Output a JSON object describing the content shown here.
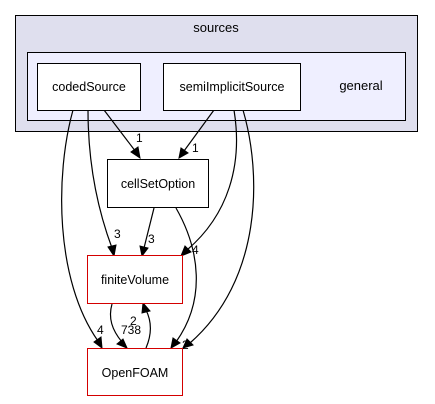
{
  "colors": {
    "outer_cluster_fill": "#dfdfee",
    "inner_cluster_fill": "#efefff",
    "node_border_black": "#000000",
    "node_border_red": "#d40000",
    "edge": "#000000"
  },
  "clusters": {
    "outer": {
      "label": "sources"
    },
    "inner": {
      "label": "general"
    }
  },
  "nodes": {
    "codedSource": {
      "label": "codedSource"
    },
    "semiImplicitSource": {
      "label": "semiImplicitSource"
    },
    "cellSetOption": {
      "label": "cellSetOption"
    },
    "finiteVolume": {
      "label": "finiteVolume"
    },
    "OpenFOAM": {
      "label": "OpenFOAM"
    }
  },
  "edges": [
    {
      "from": "codedSource",
      "to": "cellSetOption",
      "label": "1"
    },
    {
      "from": "codedSource",
      "to": "finiteVolume",
      "label": "3"
    },
    {
      "from": "codedSource",
      "to": "OpenFOAM",
      "label": "4"
    },
    {
      "from": "semiImplicitSource",
      "to": "cellSetOption",
      "label": "1"
    },
    {
      "from": "semiImplicitSource",
      "to": "finiteVolume",
      "label": "4"
    },
    {
      "from": "semiImplicitSource",
      "to": "OpenFOAM",
      "label": "2"
    },
    {
      "from": "cellSetOption",
      "to": "finiteVolume",
      "label": "3"
    },
    {
      "from": "cellSetOption",
      "to": "OpenFOAM",
      "label": ""
    },
    {
      "from": "finiteVolume",
      "to": "OpenFOAM",
      "label": "738"
    },
    {
      "from": "OpenFOAM",
      "to": "finiteVolume",
      "label": "2"
    }
  ]
}
